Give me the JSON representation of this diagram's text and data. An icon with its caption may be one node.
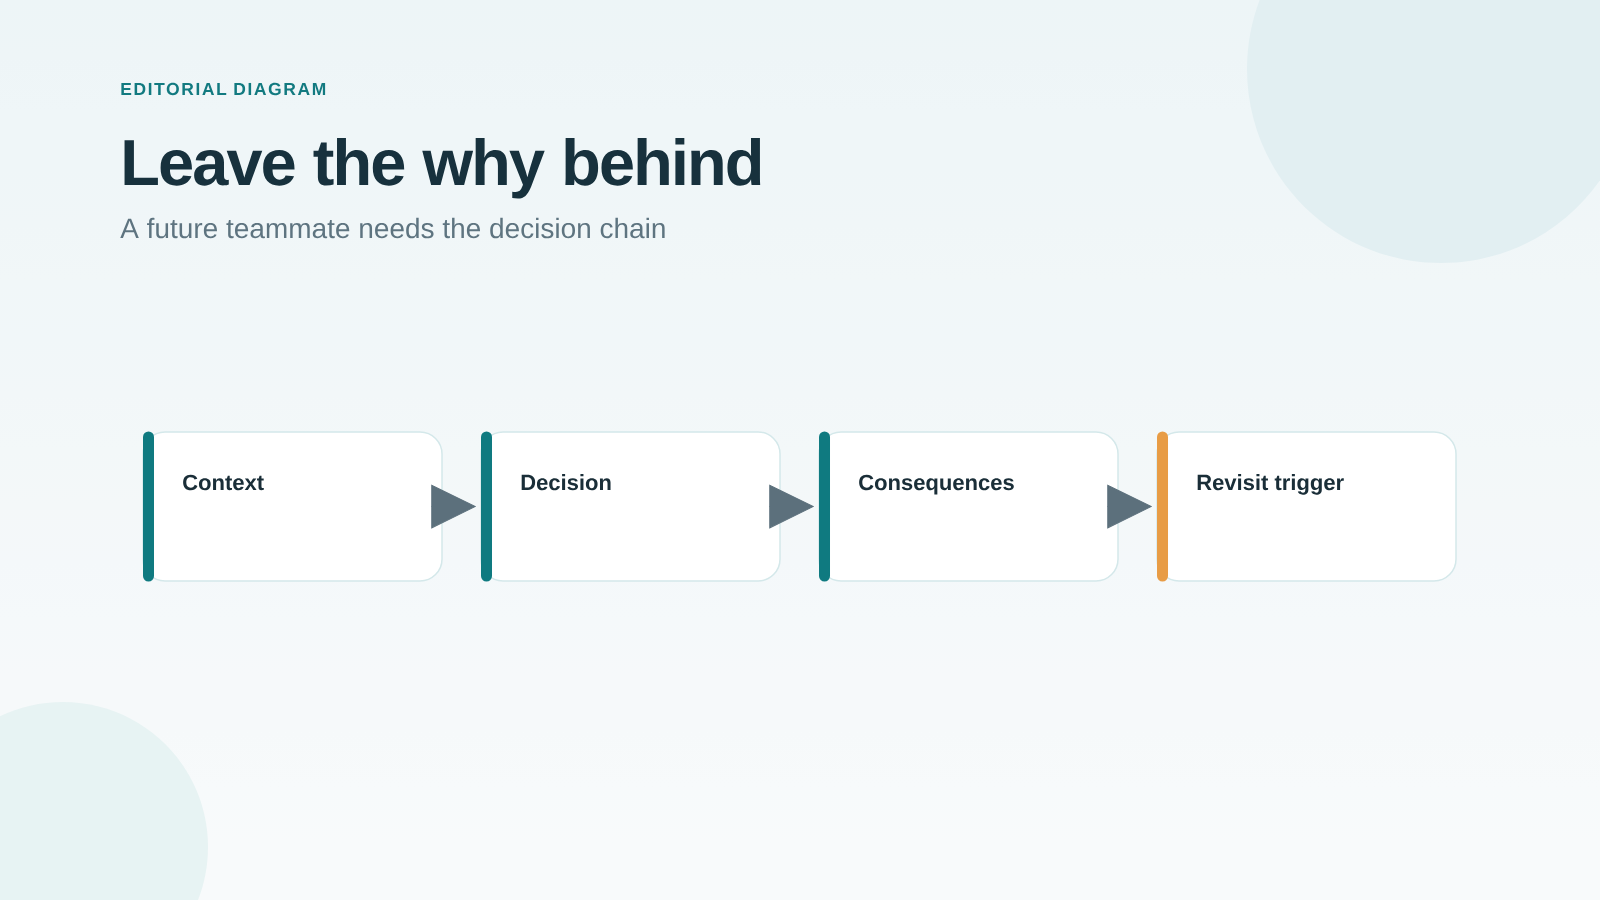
{
  "diagram": {
    "title": "Leave the why behind",
    "nodes": [
      {
        "text": [
          "Context"
        ]
      },
      {
        "text": [
          "Decision"
        ]
      },
      {
        "text": [
          "Consequences"
        ]
      },
      {
        "text": [
          "Revisit trigger"
        ]
      }
    ],
    "edges": [
      {
        "from": 0,
        "to": 1,
        "arrow": "to"
      },
      {
        "from": 1,
        "to": 2,
        "arrow": "to"
      },
      {
        "from": 2,
        "to": 3,
        "arrow": "to"
      }
    ],
    "labels": [
      "EDITORIAL DIAGRAM",
      "A future teammate needs the decision chain"
    ]
  }
}
